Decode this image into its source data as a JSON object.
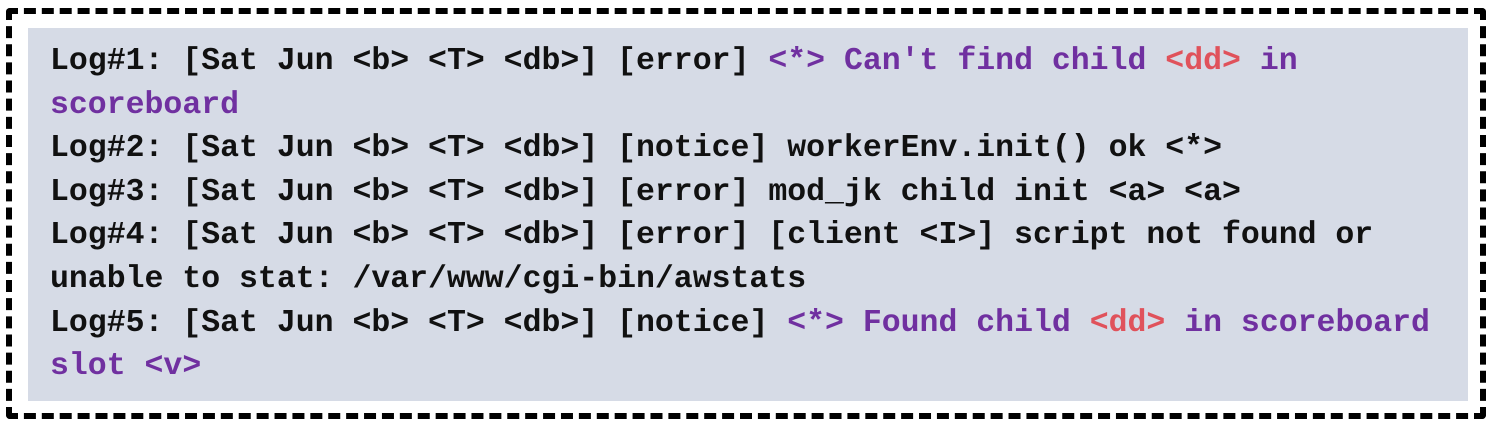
{
  "colors": {
    "panel_background": "#d6dbe6",
    "border": "#000000",
    "text_normal": "#111111",
    "highlight_purple": "#7030a0",
    "highlight_red": "#e0525b"
  },
  "logs": [
    {
      "segments": [
        {
          "text": "Log#1: [Sat Jun <b> <T> <db>] [error] ",
          "style": "normal"
        },
        {
          "text": "<*> Can't find child ",
          "style": "purple"
        },
        {
          "text": "<dd>",
          "style": "red"
        },
        {
          "text": " in scoreboard",
          "style": "purple"
        }
      ]
    },
    {
      "segments": [
        {
          "text": "Log#2: [Sat Jun <b> <T> <db>] [notice] workerEnv.init() ok <*>",
          "style": "normal"
        }
      ]
    },
    {
      "segments": [
        {
          "text": "Log#3: [Sat Jun <b> <T> <db>] [error] mod_jk child init <a> <a>",
          "style": "normal"
        }
      ]
    },
    {
      "segments": [
        {
          "text": "Log#4: [Sat Jun <b> <T> <db>] [error] [client <I>] script not found or unable to stat: /var/www/cgi-bin/awstats",
          "style": "normal"
        }
      ]
    },
    {
      "segments": [
        {
          "text": "Log#5: [Sat Jun <b> <T> <db>] [notice] ",
          "style": "normal"
        },
        {
          "text": "<*> Found child ",
          "style": "purple"
        },
        {
          "text": "<dd>",
          "style": "red"
        },
        {
          "text": " in scoreboard slot <v>",
          "style": "purple"
        }
      ]
    }
  ]
}
